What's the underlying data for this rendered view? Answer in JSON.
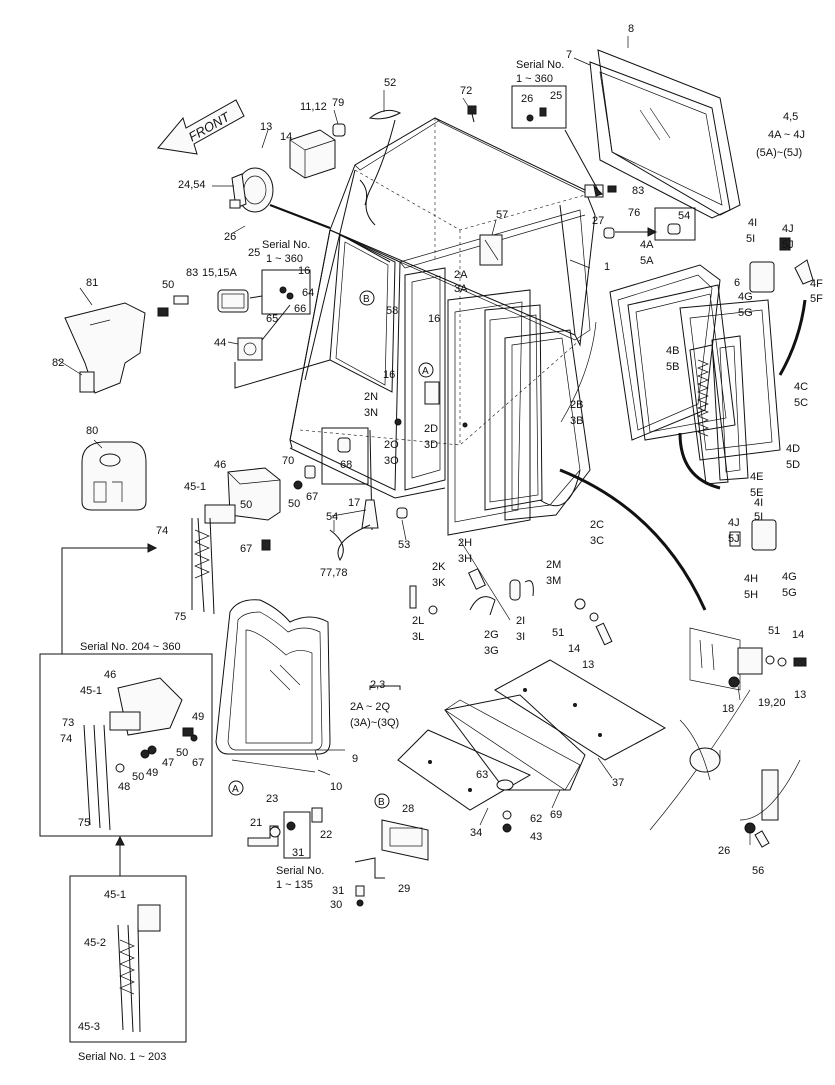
{
  "diagram": {
    "front_arrow_label": "FRONT",
    "callouts": [
      {
        "id": "c8",
        "text": "8"
      },
      {
        "id": "c7",
        "text": "7"
      },
      {
        "id": "c_serial_top",
        "text": "Serial No."
      },
      {
        "id": "c_serial_top_range",
        "text": "1 ~ 360"
      },
      {
        "id": "c26a",
        "text": "26"
      },
      {
        "id": "c25a",
        "text": "25"
      },
      {
        "id": "c45",
        "text": "4,5"
      },
      {
        "id": "c4a4j",
        "text": "4A  ~  4J"
      },
      {
        "id": "c5a5j",
        "text": "(5A)~(5J)"
      },
      {
        "id": "c52",
        "text": "52"
      },
      {
        "id": "c72",
        "text": "72"
      },
      {
        "id": "c79",
        "text": "79"
      },
      {
        "id": "c1112",
        "text": "11,12"
      },
      {
        "id": "c13a",
        "text": "13"
      },
      {
        "id": "c14a",
        "text": "14"
      },
      {
        "id": "c2454",
        "text": "24,54"
      },
      {
        "id": "c26b",
        "text": "26"
      },
      {
        "id": "c25b",
        "text": "25"
      },
      {
        "id": "c_serial_mid",
        "text": "Serial No."
      },
      {
        "id": "c_serial_mid_range",
        "text": "1 ~ 360"
      },
      {
        "id": "c83a",
        "text": "83"
      },
      {
        "id": "c27",
        "text": "27"
      },
      {
        "id": "c76",
        "text": "76"
      },
      {
        "id": "c54a",
        "text": "54"
      },
      {
        "id": "c57",
        "text": "57"
      },
      {
        "id": "c1",
        "text": "1"
      },
      {
        "id": "c2a",
        "text": "2A"
      },
      {
        "id": "c3a",
        "text": "3A"
      },
      {
        "id": "c4a",
        "text": "4A"
      },
      {
        "id": "c5a",
        "text": "5A"
      },
      {
        "id": "c4i_a",
        "text": "4I"
      },
      {
        "id": "c5i_a",
        "text": "5I"
      },
      {
        "id": "c4j_a",
        "text": "4J"
      },
      {
        "id": "c5j_a",
        "text": "5J"
      },
      {
        "id": "c4f",
        "text": "4F"
      },
      {
        "id": "c5f",
        "text": "5F"
      },
      {
        "id": "c6",
        "text": "6"
      },
      {
        "id": "c4g_a",
        "text": "4G"
      },
      {
        "id": "c5g_a",
        "text": "5G"
      },
      {
        "id": "c81",
        "text": "81"
      },
      {
        "id": "c83b",
        "text": "83"
      },
      {
        "id": "c50a",
        "text": "50"
      },
      {
        "id": "c1515a",
        "text": "15,15A"
      },
      {
        "id": "c64",
        "text": "64"
      },
      {
        "id": "c66",
        "text": "66"
      },
      {
        "id": "c65",
        "text": "65"
      },
      {
        "id": "c16a",
        "text": "16"
      },
      {
        "id": "c58",
        "text": "58"
      },
      {
        "id": "c16b",
        "text": "16"
      },
      {
        "id": "c16c",
        "text": "16"
      },
      {
        "id": "c82",
        "text": "82"
      },
      {
        "id": "c44",
        "text": "44"
      },
      {
        "id": "c4b",
        "text": "4B"
      },
      {
        "id": "c5b",
        "text": "5B"
      },
      {
        "id": "c4c",
        "text": "4C"
      },
      {
        "id": "c5c",
        "text": "5C"
      },
      {
        "id": "c2n",
        "text": "2N"
      },
      {
        "id": "c3n",
        "text": "3N"
      },
      {
        "id": "c2d",
        "text": "2D"
      },
      {
        "id": "c3d",
        "text": "3D"
      },
      {
        "id": "c2o",
        "text": "2O"
      },
      {
        "id": "c3o",
        "text": "3O"
      },
      {
        "id": "c2b",
        "text": "2B"
      },
      {
        "id": "c3b",
        "text": "3B"
      },
      {
        "id": "c80",
        "text": "80"
      },
      {
        "id": "c46a",
        "text": "46"
      },
      {
        "id": "c70",
        "text": "70"
      },
      {
        "id": "c68",
        "text": "68"
      },
      {
        "id": "c4d",
        "text": "4D"
      },
      {
        "id": "c5d",
        "text": "5D"
      },
      {
        "id": "c4e",
        "text": "4E"
      },
      {
        "id": "c5e",
        "text": "5E"
      },
      {
        "id": "c451a",
        "text": "45-1"
      },
      {
        "id": "c67a",
        "text": "67"
      },
      {
        "id": "c50b",
        "text": "50"
      },
      {
        "id": "c17",
        "text": "17"
      },
      {
        "id": "c4i_b",
        "text": "4I"
      },
      {
        "id": "c5i_b",
        "text": "5I"
      },
      {
        "id": "c4j_b",
        "text": "4J"
      },
      {
        "id": "c5j_b",
        "text": "5J"
      },
      {
        "id": "c74a",
        "text": "74"
      },
      {
        "id": "c50c",
        "text": "50"
      },
      {
        "id": "c67b",
        "text": "67"
      },
      {
        "id": "c54b",
        "text": "54"
      },
      {
        "id": "c53",
        "text": "53"
      },
      {
        "id": "c2c",
        "text": "2C"
      },
      {
        "id": "c3c",
        "text": "3C"
      },
      {
        "id": "c4h",
        "text": "4H"
      },
      {
        "id": "c5h",
        "text": "5H"
      },
      {
        "id": "c4g_b",
        "text": "4G"
      },
      {
        "id": "c5g_b",
        "text": "5G"
      },
      {
        "id": "c7778",
        "text": "77,78"
      },
      {
        "id": "c2h",
        "text": "2H"
      },
      {
        "id": "c3h",
        "text": "3H"
      },
      {
        "id": "c2k",
        "text": "2K"
      },
      {
        "id": "c3k",
        "text": "3K"
      },
      {
        "id": "c2m",
        "text": "2M"
      },
      {
        "id": "c3m",
        "text": "3M"
      },
      {
        "id": "c75a",
        "text": "75"
      },
      {
        "id": "c2l",
        "text": "2L"
      },
      {
        "id": "c3l",
        "text": "3L"
      },
      {
        "id": "c2g",
        "text": "2G"
      },
      {
        "id": "c3g",
        "text": "3G"
      },
      {
        "id": "c2i",
        "text": "2I"
      },
      {
        "id": "c3i",
        "text": "3I"
      },
      {
        "id": "c51a",
        "text": "51"
      },
      {
        "id": "c14b",
        "text": "14"
      },
      {
        "id": "c13b",
        "text": "13"
      },
      {
        "id": "c51b",
        "text": "51"
      },
      {
        "id": "c14c",
        "text": "14"
      },
      {
        "id": "c13c",
        "text": "13"
      },
      {
        "id": "c_serial_204",
        "text": "Serial No. 204 ~ 360"
      },
      {
        "id": "c46b",
        "text": "46"
      },
      {
        "id": "c451b",
        "text": "45-1"
      },
      {
        "id": "c73",
        "text": "73"
      },
      {
        "id": "c74b",
        "text": "74"
      },
      {
        "id": "c49",
        "text": "49"
      },
      {
        "id": "c50d",
        "text": "50"
      },
      {
        "id": "c67c",
        "text": "67"
      },
      {
        "id": "c48",
        "text": "48"
      },
      {
        "id": "c50e",
        "text": "50"
      },
      {
        "id": "c49b",
        "text": "49"
      },
      {
        "id": "c47",
        "text": "47"
      },
      {
        "id": "c75b",
        "text": "75"
      },
      {
        "id": "c23",
        "text": "2,3"
      },
      {
        "id": "c2a2q",
        "text": "2A  ~  2Q"
      },
      {
        "id": "c3a3q",
        "text": "(3A)~(3Q)"
      },
      {
        "id": "c9",
        "text": "9"
      },
      {
        "id": "c10",
        "text": "10"
      },
      {
        "id": "c18",
        "text": "18"
      },
      {
        "id": "c1920",
        "text": "19,20"
      },
      {
        "id": "c37",
        "text": "37"
      },
      {
        "id": "c63",
        "text": "63"
      },
      {
        "id": "c69",
        "text": "69"
      },
      {
        "id": "c62",
        "text": "62"
      },
      {
        "id": "c43",
        "text": "43"
      },
      {
        "id": "c34",
        "text": "34"
      },
      {
        "id": "c23b",
        "text": "23"
      },
      {
        "id": "c21",
        "text": "21"
      },
      {
        "id": "c22",
        "text": "22"
      },
      {
        "id": "c31a",
        "text": "31"
      },
      {
        "id": "c_serial_bot",
        "text": "Serial No."
      },
      {
        "id": "c_serial_bot_range",
        "text": "1 ~ 135"
      },
      {
        "id": "c28",
        "text": "28"
      },
      {
        "id": "c29",
        "text": "29"
      },
      {
        "id": "c31b",
        "text": "31"
      },
      {
        "id": "c30",
        "text": "30"
      },
      {
        "id": "c26c",
        "text": "26"
      },
      {
        "id": "c56",
        "text": "56"
      },
      {
        "id": "c451c",
        "text": "45-1"
      },
      {
        "id": "c452",
        "text": "45-2"
      },
      {
        "id": "c453",
        "text": "45-3"
      },
      {
        "id": "c_serial_1_203",
        "text": "Serial No. 1 ~ 203"
      }
    ],
    "circle_markers": [
      {
        "id": "mA1",
        "text": "A"
      },
      {
        "id": "mB1",
        "text": "B"
      },
      {
        "id": "mA2",
        "text": "A"
      },
      {
        "id": "mB2",
        "text": "B"
      }
    ]
  }
}
